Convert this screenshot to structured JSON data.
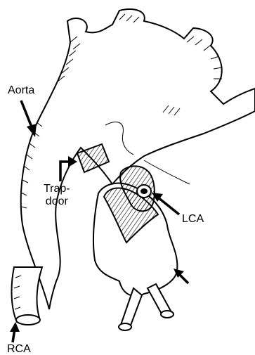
{
  "labels": {
    "aorta": "Aorta",
    "trapdoor_line1": "Trap-",
    "trapdoor_line2": "door",
    "lca": "LCA",
    "rca": "RCA"
  },
  "style": {
    "ink": "#000000",
    "paper": "#ffffff"
  }
}
